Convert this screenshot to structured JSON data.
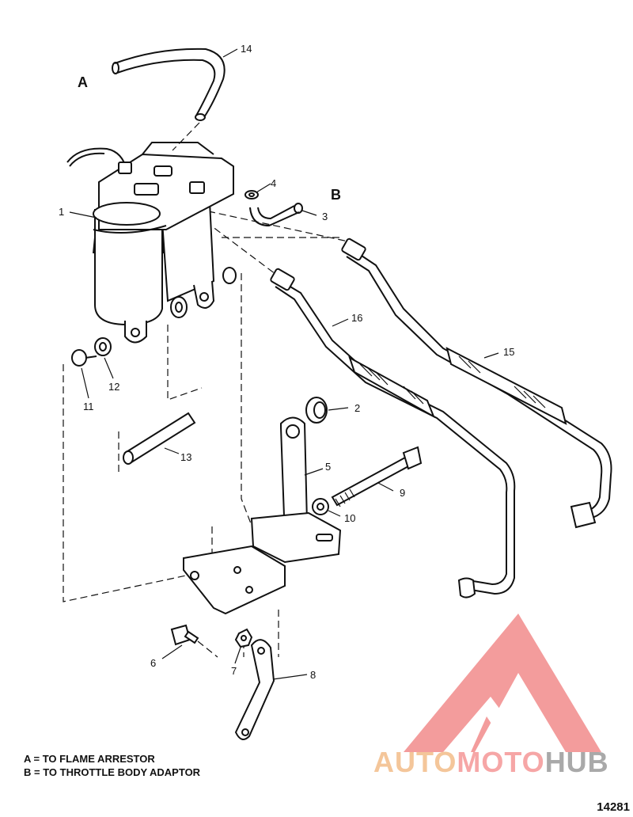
{
  "letters": {
    "a": "A",
    "b": "B"
  },
  "callouts": [
    "1",
    "2",
    "3",
    "4",
    "5",
    "6",
    "7",
    "8",
    "9",
    "10",
    "11",
    "12",
    "13",
    "14",
    "15",
    "16"
  ],
  "legend": {
    "a_line": "A = TO FLAME ARRESTOR",
    "b_line": "B = TO THROTTLE BODY ADAPTOR"
  },
  "drawing_number": "14281",
  "watermark": {
    "part1": "AUTO",
    "part2": "MOTO",
    "part3": "HUB",
    "colors": {
      "auto": "#f4c69a",
      "moto": "#f6a6a6",
      "hub": "#a9a9a9",
      "logo": "#f28b8b"
    }
  }
}
